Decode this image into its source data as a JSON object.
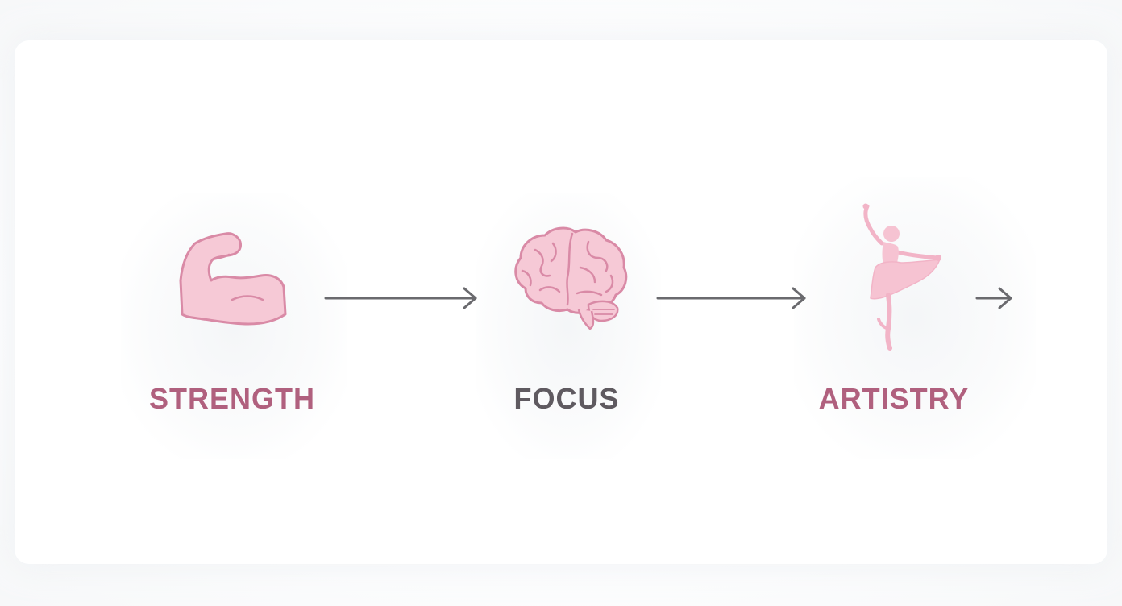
{
  "steps": [
    {
      "label": "STRENGTH",
      "icon": "flexed-bicep-icon",
      "color": "#b0607e"
    },
    {
      "label": "FOCUS",
      "icon": "brain-icon",
      "color": "#5f5a60"
    },
    {
      "label": "ARTISTRY",
      "icon": "ballerina-icon",
      "color": "#b0607e"
    }
  ],
  "colors": {
    "icon_fill": "#f6c9d6",
    "icon_stroke": "#d98aa6",
    "arrow": "#6a6a6e"
  }
}
